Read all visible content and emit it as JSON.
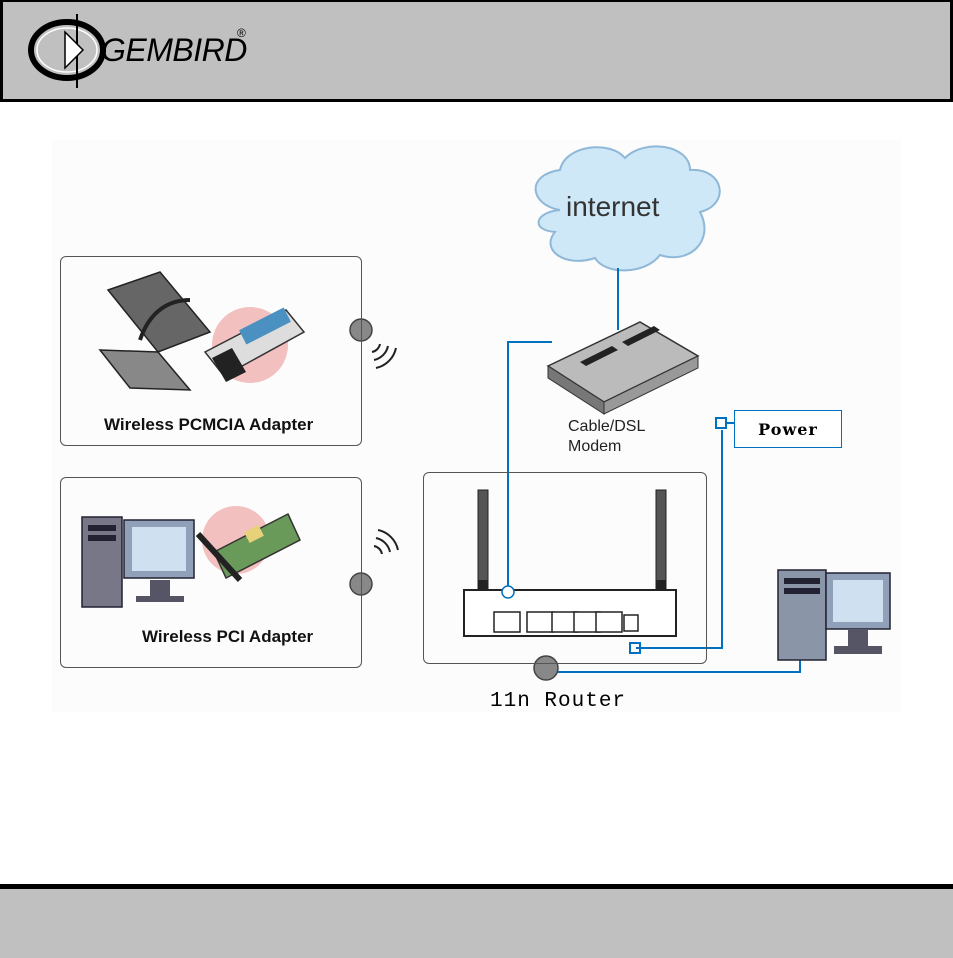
{
  "header": {
    "logo_text": "GEMBIRD",
    "logo_mark": "®"
  },
  "diagram": {
    "cloud_label": "internet",
    "modem_label_line1": "Cable/DSL",
    "modem_label_line2": "Modem",
    "power_label": "Power",
    "router_label": "11n Router",
    "pcmcia_caption": "Wireless PCMCIA Adapter",
    "pci_caption": "Wireless PCI Adapter"
  },
  "colors": {
    "link": "#0070c0",
    "header_bg": "#c0c0c0",
    "cloud": "#cfe8f7"
  }
}
